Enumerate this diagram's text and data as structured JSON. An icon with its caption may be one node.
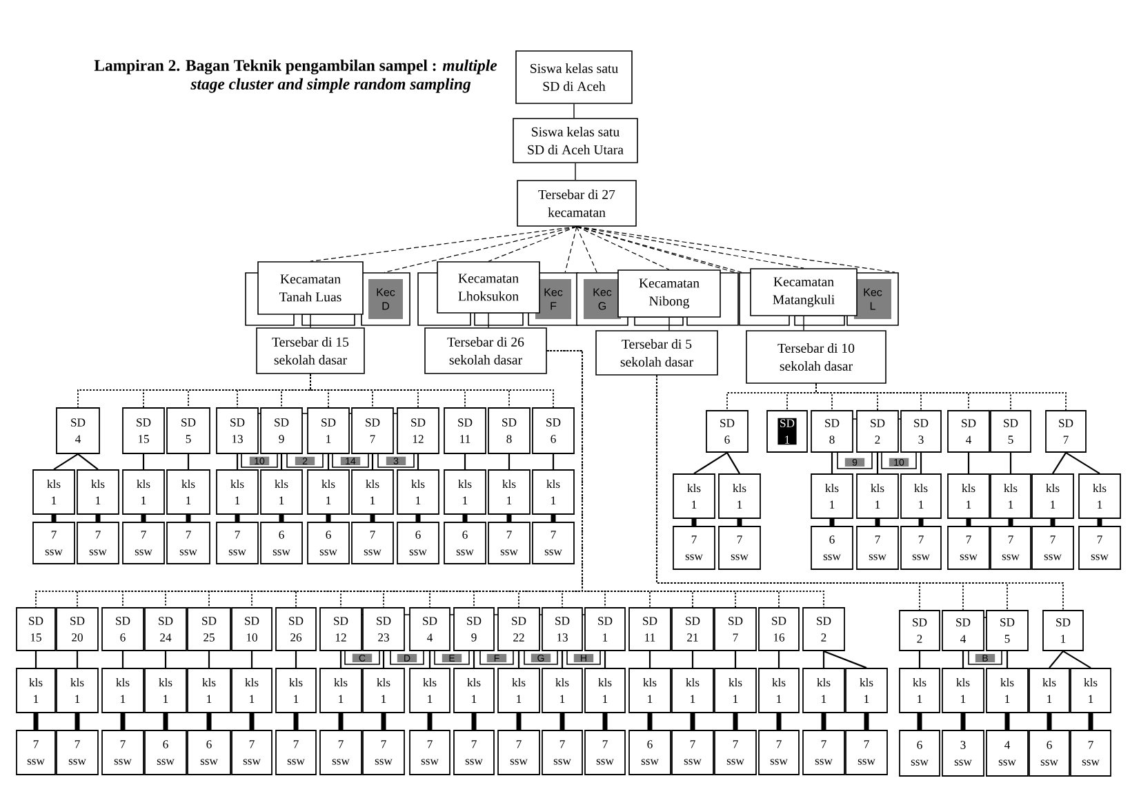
{
  "diagram": {
    "title": "Lampiran 2. Bagan Teknik pengambilan sampel : *multiple stage cluster and simple random sampling*",
    "nodes": [
      {
        "text": [
          "Siswa kelas satu SD di Aceh"
        ]
      },
      {
        "text": [
          "Siswa kelas satu SD di Aceh Utara"
        ]
      },
      {
        "text": [
          "Tersebar di 27 kecamatan"
        ]
      },
      {
        "text": [
          "Kecamatan Tanah Luas"
        ]
      },
      {
        "text": [],
        "shape": "box"
      },
      {
        "text": [],
        "shape": "box"
      },
      {
        "text": [
          "Kec D"
        ]
      },
      {
        "text": [
          "Kecamatan Lhoksukon"
        ]
      },
      {
        "text": [],
        "shape": "box"
      },
      {
        "text": [],
        "shape": "box"
      },
      {
        "text": [
          "Kec F"
        ]
      },
      {
        "text": [
          "Kecamatan Nibong"
        ]
      },
      {
        "text": [
          "Kec G"
        ]
      },
      {
        "text": [],
        "shape": "box"
      },
      {
        "text": [],
        "shape": "box"
      },
      {
        "text": [
          "Kecamatan Matangkuli"
        ]
      },
      {
        "text": [],
        "shape": "box"
      },
      {
        "text": [],
        "shape": "box"
      },
      {
        "text": [
          "Kec L"
        ]
      },
      {
        "text": [
          "Tersebar di 15 sekolah dasar"
        ]
      },
      {
        "text": [
          "Tersebar di 26 sekolah dasar"
        ]
      },
      {
        "text": [
          "Tersebar di 5 sekolah dasar"
        ]
      },
      {
        "text": [
          "Tersebar di 10 sekolah dasar"
        ]
      },
      {
        "text": [
          "SD 4"
        ]
      },
      {
        "text": [
          "kls 1"
        ]
      },
      {
        "text": [
          "kls 1"
        ]
      },
      {
        "text": [
          "7 ssw"
        ]
      },
      {
        "text": [
          "7 ssw"
        ]
      },
      {
        "text": [
          "SD 15"
        ]
      },
      {
        "text": [
          "kls 1"
        ]
      },
      {
        "text": [
          "7 ssw"
        ]
      },
      {
        "text": [
          "SD 5"
        ]
      },
      {
        "text": [
          "kls 1"
        ]
      },
      {
        "text": [
          "7 ssw"
        ]
      },
      {
        "text": [
          "SD 13"
        ]
      },
      {
        "text": [
          "kls 1"
        ]
      },
      {
        "text": [
          "7 ssw"
        ]
      },
      {
        "text": [
          "10"
        ]
      },
      {
        "text": [
          "SD 9"
        ]
      },
      {
        "text": [
          "kls 1"
        ]
      },
      {
        "text": [
          "6 ssw"
        ]
      },
      {
        "text": [
          "2"
        ]
      },
      {
        "text": [
          "SD 1"
        ]
      },
      {
        "text": [
          "kls 1"
        ]
      },
      {
        "text": [
          "6 ssw"
        ]
      },
      {
        "text": [
          "14"
        ]
      },
      {
        "text": [
          "SD 7"
        ]
      },
      {
        "text": [
          "kls 1"
        ]
      },
      {
        "text": [
          "7 ssw"
        ]
      },
      {
        "text": [
          "3"
        ]
      },
      {
        "text": [
          "SD 12"
        ]
      },
      {
        "text": [
          "kls 1"
        ]
      },
      {
        "text": [
          "6 ssw"
        ]
      },
      {
        "text": [
          "SD 11"
        ]
      },
      {
        "text": [
          "kls 1"
        ]
      },
      {
        "text": [
          "6 ssw"
        ]
      },
      {
        "text": [
          "SD 8"
        ]
      },
      {
        "text": [
          "kls 1"
        ]
      },
      {
        "text": [
          "7 ssw"
        ]
      },
      {
        "text": [
          "SD 6"
        ]
      },
      {
        "text": [
          "kls 1"
        ]
      },
      {
        "text": [
          "7 ssw"
        ]
      },
      {
        "text": [
          "SD 6"
        ]
      },
      {
        "text": [
          "kls 1"
        ]
      },
      {
        "text": [
          "kls 1"
        ]
      },
      {
        "text": [
          "7 ssw"
        ]
      },
      {
        "text": [
          "7 ssw"
        ]
      },
      {
        "text": [
          "SD 1"
        ]
      },
      {
        "text": [
          "SD 8"
        ]
      },
      {
        "text": [
          "kls 1"
        ]
      },
      {
        "text": [
          "6 ssw"
        ]
      },
      {
        "text": [
          "9"
        ]
      },
      {
        "text": [
          "SD 2"
        ]
      },
      {
        "text": [
          "kls 1"
        ]
      },
      {
        "text": [
          "7 ssw"
        ]
      },
      {
        "text": [
          "10"
        ]
      },
      {
        "text": [
          "SD 3"
        ]
      },
      {
        "text": [
          "kls 1"
        ]
      },
      {
        "text": [
          "7 ssw"
        ]
      },
      {
        "text": [
          "SD 4"
        ]
      },
      {
        "text": [
          "kls 1"
        ]
      },
      {
        "text": [
          "7 ssw"
        ]
      },
      {
        "text": [
          "SD 5"
        ]
      },
      {
        "text": [
          "kls 1"
        ]
      },
      {
        "text": [
          "7 ssw"
        ]
      },
      {
        "text": [
          "SD 7"
        ]
      },
      {
        "text": [
          "kls 1"
        ]
      },
      {
        "text": [
          "kls 1"
        ]
      },
      {
        "text": [
          "7 ssw"
        ]
      },
      {
        "text": [
          "7 ssw"
        ]
      },
      {
        "text": [
          "SD 15"
        ]
      },
      {
        "text": [
          "kls 1"
        ]
      },
      {
        "text": [
          "7 ssw"
        ]
      },
      {
        "text": [
          "SD 20"
        ]
      },
      {
        "text": [
          "kls 1"
        ]
      },
      {
        "text": [
          "7 ssw"
        ]
      },
      {
        "text": [
          "SD 6"
        ]
      },
      {
        "text": [
          "kls 1"
        ]
      },
      {
        "text": [
          "7 ssw"
        ]
      },
      {
        "text": [
          "SD 24"
        ]
      },
      {
        "text": [
          "kls 1"
        ]
      },
      {
        "text": [
          "6 ssw"
        ]
      },
      {
        "text": [
          "SD 25"
        ]
      },
      {
        "text": [
          "kls 1"
        ]
      },
      {
        "text": [
          "6 ssw"
        ]
      },
      {
        "text": [
          "SD 10"
        ]
      },
      {
        "text": [
          "kls 1"
        ]
      },
      {
        "text": [
          "7 ssw"
        ]
      },
      {
        "text": [
          "SD 26"
        ]
      },
      {
        "text": [
          "kls 1"
        ]
      },
      {
        "text": [
          "7 ssw"
        ]
      },
      {
        "text": [
          "SD 12"
        ]
      },
      {
        "text": [
          "kls 1"
        ]
      },
      {
        "text": [
          "7 ssw"
        ]
      },
      {
        "text": [
          "C"
        ]
      },
      {
        "text": [
          "SD 23"
        ]
      },
      {
        "text": [
          "kls 1"
        ]
      },
      {
        "text": [
          "7 ssw"
        ]
      },
      {
        "text": [
          "D"
        ]
      },
      {
        "text": [
          "SD 4"
        ]
      },
      {
        "text": [
          "kls 1"
        ]
      },
      {
        "text": [
          "7 ssw"
        ]
      },
      {
        "text": [
          "E"
        ]
      },
      {
        "text": [
          "SD 9"
        ]
      },
      {
        "text": [
          "kls 1"
        ]
      },
      {
        "text": [
          "7 ssw"
        ]
      },
      {
        "text": [
          "F"
        ]
      },
      {
        "text": [
          "SD 22"
        ]
      },
      {
        "text": [
          "kls 1"
        ]
      },
      {
        "text": [
          "7 ssw"
        ]
      },
      {
        "text": [
          "G"
        ]
      },
      {
        "text": [
          "SD 13"
        ]
      },
      {
        "text": [
          "kls 1"
        ]
      },
      {
        "text": [
          "7 ssw"
        ]
      },
      {
        "text": [
          "H"
        ]
      },
      {
        "text": [
          "SD 1"
        ]
      },
      {
        "text": [
          "kls 1"
        ]
      },
      {
        "text": [
          "7 ssw"
        ]
      },
      {
        "text": [
          "SD 11"
        ]
      },
      {
        "text": [
          "kls 1"
        ]
      },
      {
        "text": [
          "6 ssw"
        ]
      },
      {
        "text": [
          "SD 21"
        ]
      },
      {
        "text": [
          "kls 1"
        ]
      },
      {
        "text": [
          "7 ssw"
        ]
      },
      {
        "text": [
          "SD 7"
        ]
      },
      {
        "text": [
          "kls 1"
        ]
      },
      {
        "text": [
          "7 ssw"
        ]
      },
      {
        "text": [
          "SD 16"
        ]
      },
      {
        "text": [
          "kls 1"
        ]
      },
      {
        "text": [
          "7 ssw"
        ]
      },
      {
        "text": [
          "SD 2"
        ]
      },
      {
        "text": [
          "kls 1"
        ]
      },
      {
        "text": [
          "kls 1"
        ]
      },
      {
        "text": [
          "7 ssw"
        ]
      },
      {
        "text": [
          "7 ssw"
        ]
      },
      {
        "text": [
          "SD 2"
        ]
      },
      {
        "text": [
          "kls 1"
        ]
      },
      {
        "text": [
          "6 ssw"
        ]
      },
      {
        "text": [
          "SD 4"
        ]
      },
      {
        "text": [
          "kls 1"
        ]
      },
      {
        "text": [
          "3 ssw"
        ]
      },
      {
        "text": [
          "B"
        ]
      },
      {
        "text": [
          "SD 5"
        ]
      },
      {
        "text": [
          "kls 1"
        ]
      },
      {
        "text": [
          "4 ssw"
        ]
      },
      {
        "text": [
          "SD 1"
        ]
      },
      {
        "text": [
          "kls 1"
        ]
      },
      {
        "text": [
          "kls 1"
        ]
      },
      {
        "text": [
          "6 ssw"
        ]
      },
      {
        "text": [
          "7 ssw"
        ]
      }
    ],
    "edges": [
      {
        "from": 0,
        "to": 1,
        "arrow": "none"
      },
      {
        "from": 1,
        "to": 2,
        "arrow": "none"
      },
      {
        "from": 2,
        "to": 3,
        "arrow": "none",
        "style": "dashed"
      },
      {
        "from": 2,
        "to": 6,
        "arrow": "none",
        "style": "dashed"
      },
      {
        "from": 2,
        "to": 7,
        "arrow": "none",
        "style": "dashed"
      },
      {
        "from": 2,
        "to": 10,
        "arrow": "none",
        "style": "dashed"
      },
      {
        "from": 2,
        "to": 11,
        "arrow": "none",
        "style": "dashed"
      },
      {
        "from": 2,
        "to": 12,
        "arrow": "none",
        "style": "dashed"
      },
      {
        "from": 2,
        "to": 14,
        "arrow": "none",
        "style": "dashed"
      },
      {
        "from": 2,
        "to": 15,
        "arrow": "none",
        "style": "dashed"
      },
      {
        "from": 2,
        "to": 16,
        "arrow": "none",
        "style": "dashed"
      },
      {
        "from": 2,
        "to": 18,
        "arrow": "none",
        "style": "dashed"
      },
      {
        "from": 3,
        "to": 19,
        "arrow": "none"
      },
      {
        "from": 7,
        "to": 20,
        "arrow": "none"
      },
      {
        "from": 11,
        "to": 21,
        "arrow": "none"
      },
      {
        "from": 15,
        "to": 22,
        "arrow": "none"
      },
      {
        "from": 19,
        "to": 23,
        "arrow": "none",
        "style": "dashed"
      },
      {
        "from": 19,
        "to": 28,
        "arrow": "none",
        "style": "dashed"
      },
      {
        "from": 19,
        "to": 31,
        "arrow": "none",
        "style": "dashed"
      },
      {
        "from": 19,
        "to": 34,
        "arrow": "none",
        "style": "dashed"
      },
      {
        "from": 19,
        "to": 38,
        "arrow": "none",
        "style": "dashed"
      },
      {
        "from": 19,
        "to": 42,
        "arrow": "none",
        "style": "dashed"
      },
      {
        "from": 19,
        "to": 46,
        "arrow": "none",
        "style": "dashed"
      },
      {
        "from": 19,
        "to": 50,
        "arrow": "none",
        "style": "dashed"
      },
      {
        "from": 19,
        "to": 53,
        "arrow": "none",
        "style": "dashed"
      },
      {
        "from": 19,
        "to": 56,
        "arrow": "none",
        "style": "dashed"
      },
      {
        "from": 19,
        "to": 59,
        "arrow": "none",
        "style": "dashed"
      },
      {
        "from": 23,
        "to": 24,
        "arrow": "none"
      },
      {
        "from": 23,
        "to": 25,
        "arrow": "none"
      },
      {
        "from": 24,
        "to": 26,
        "arrow": "none",
        "style": "thick"
      },
      {
        "from": 25,
        "to": 27,
        "arrow": "none",
        "style": "thick"
      },
      {
        "from": 28,
        "to": 29,
        "arrow": "none"
      },
      {
        "from": 29,
        "to": 30,
        "arrow": "none",
        "style": "thick"
      },
      {
        "from": 31,
        "to": 32,
        "arrow": "none"
      },
      {
        "from": 32,
        "to": 33,
        "arrow": "none",
        "style": "thick"
      },
      {
        "from": 34,
        "to": 35,
        "arrow": "none"
      },
      {
        "from": 35,
        "to": 36,
        "arrow": "none",
        "style": "thick"
      },
      {
        "from": 38,
        "to": 39,
        "arrow": "none"
      },
      {
        "from": 39,
        "to": 40,
        "arrow": "none",
        "style": "thick"
      },
      {
        "from": 42,
        "to": 43,
        "arrow": "none"
      },
      {
        "from": 43,
        "to": 44,
        "arrow": "none",
        "style": "thick"
      },
      {
        "from": 46,
        "to": 47,
        "arrow": "none"
      },
      {
        "from": 47,
        "to": 48,
        "arrow": "none",
        "style": "thick"
      },
      {
        "from": 50,
        "to": 51,
        "arrow": "none"
      },
      {
        "from": 51,
        "to": 52,
        "arrow": "none",
        "style": "thick"
      },
      {
        "from": 53,
        "to": 54,
        "arrow": "none"
      },
      {
        "from": 54,
        "to": 55,
        "arrow": "none",
        "style": "thick"
      },
      {
        "from": 56,
        "to": 57,
        "arrow": "none"
      },
      {
        "from": 57,
        "to": 58,
        "arrow": "none",
        "style": "thick"
      },
      {
        "from": 59,
        "to": 60,
        "arrow": "none"
      },
      {
        "from": 60,
        "to": 61,
        "arrow": "none",
        "style": "thick"
      },
      {
        "from": 22,
        "to": 62,
        "arrow": "none",
        "style": "dashed"
      },
      {
        "from": 22,
        "to": 67,
        "arrow": "none",
        "style": "dashed"
      },
      {
        "from": 22,
        "to": 68,
        "arrow": "none",
        "style": "dashed"
      },
      {
        "from": 22,
        "to": 72,
        "arrow": "none",
        "style": "dashed"
      },
      {
        "from": 22,
        "to": 76,
        "arrow": "none",
        "style": "dashed"
      },
      {
        "from": 22,
        "to": 79,
        "arrow": "none",
        "style": "dashed"
      },
      {
        "from": 22,
        "to": 82,
        "arrow": "none",
        "style": "dashed"
      },
      {
        "from": 22,
        "to": 85,
        "arrow": "none",
        "style": "dashed"
      },
      {
        "from": 62,
        "to": 63,
        "arrow": "none"
      },
      {
        "from": 62,
        "to": 64,
        "arrow": "none"
      },
      {
        "from": 63,
        "to": 65,
        "arrow": "none",
        "style": "thick"
      },
      {
        "from": 64,
        "to": 66,
        "arrow": "none",
        "style": "thick"
      },
      {
        "from": 68,
        "to": 69,
        "arrow": "none"
      },
      {
        "from": 69,
        "to": 70,
        "arrow": "none",
        "style": "thick"
      },
      {
        "from": 72,
        "to": 73,
        "arrow": "none"
      },
      {
        "from": 73,
        "to": 74,
        "arrow": "none",
        "style": "thick"
      },
      {
        "from": 76,
        "to": 77,
        "arrow": "none"
      },
      {
        "from": 77,
        "to": 78,
        "arrow": "none",
        "style": "thick"
      },
      {
        "from": 79,
        "to": 80,
        "arrow": "none"
      },
      {
        "from": 80,
        "to": 81,
        "arrow": "none",
        "style": "thick"
      },
      {
        "from": 82,
        "to": 83,
        "arrow": "none"
      },
      {
        "from": 83,
        "to": 84,
        "arrow": "none",
        "style": "thick"
      },
      {
        "from": 85,
        "to": 86,
        "arrow": "none"
      },
      {
        "from": 85,
        "to": 87,
        "arrow": "none"
      },
      {
        "from": 86,
        "to": 88,
        "arrow": "none",
        "style": "thick"
      },
      {
        "from": 87,
        "to": 89,
        "arrow": "none",
        "style": "thick"
      },
      {
        "from": 20,
        "to": 90,
        "arrow": "none",
        "style": "dashed"
      },
      {
        "from": 20,
        "to": 93,
        "arrow": "none",
        "style": "dashed"
      },
      {
        "from": 20,
        "to": 96,
        "arrow": "none",
        "style": "dashed"
      },
      {
        "from": 20,
        "to": 99,
        "arrow": "none",
        "style": "dashed"
      },
      {
        "from": 20,
        "to": 102,
        "arrow": "none",
        "style": "dashed"
      },
      {
        "from": 20,
        "to": 105,
        "arrow": "none",
        "style": "dashed"
      },
      {
        "from": 20,
        "to": 108,
        "arrow": "none",
        "style": "dashed"
      },
      {
        "from": 20,
        "to": 111,
        "arrow": "none",
        "style": "dashed"
      },
      {
        "from": 20,
        "to": 115,
        "arrow": "none",
        "style": "dashed"
      },
      {
        "from": 20,
        "to": 119,
        "arrow": "none",
        "style": "dashed"
      },
      {
        "from": 20,
        "to": 123,
        "arrow": "none",
        "style": "dashed"
      },
      {
        "from": 20,
        "to": 127,
        "arrow": "none",
        "style": "dashed"
      },
      {
        "from": 20,
        "to": 131,
        "arrow": "none",
        "style": "dashed"
      },
      {
        "from": 20,
        "to": 135,
        "arrow": "none",
        "style": "dashed"
      },
      {
        "from": 20,
        "to": 138,
        "arrow": "none",
        "style": "dashed"
      },
      {
        "from": 20,
        "to": 141,
        "arrow": "none",
        "style": "dashed"
      },
      {
        "from": 20,
        "to": 144,
        "arrow": "none",
        "style": "dashed"
      },
      {
        "from": 20,
        "to": 147,
        "arrow": "none",
        "style": "dashed"
      },
      {
        "from": 20,
        "to": 150,
        "arrow": "none",
        "style": "dashed"
      },
      {
        "from": 90,
        "to": 91,
        "arrow": "none"
      },
      {
        "from": 91,
        "to": 92,
        "arrow": "none",
        "style": "thick"
      },
      {
        "from": 93,
        "to": 94,
        "arrow": "none"
      },
      {
        "from": 94,
        "to": 95,
        "arrow": "none",
        "style": "thick"
      },
      {
        "from": 96,
        "to": 97,
        "arrow": "none"
      },
      {
        "from": 97,
        "to": 98,
        "arrow": "none",
        "style": "thick"
      },
      {
        "from": 99,
        "to": 100,
        "arrow": "none"
      },
      {
        "from": 100,
        "to": 101,
        "arrow": "none",
        "style": "thick"
      },
      {
        "from": 102,
        "to": 103,
        "arrow": "none"
      },
      {
        "from": 103,
        "to": 104,
        "arrow": "none",
        "style": "thick"
      },
      {
        "from": 105,
        "to": 106,
        "arrow": "none"
      },
      {
        "from": 106,
        "to": 107,
        "arrow": "none",
        "style": "thick"
      },
      {
        "from": 108,
        "to": 109,
        "arrow": "none"
      },
      {
        "from": 109,
        "to": 110,
        "arrow": "none",
        "style": "thick"
      },
      {
        "from": 111,
        "to": 112,
        "arrow": "none"
      },
      {
        "from": 112,
        "to": 113,
        "arrow": "none",
        "style": "thick"
      },
      {
        "from": 115,
        "to": 116,
        "arrow": "none"
      },
      {
        "from": 116,
        "to": 117,
        "arrow": "none",
        "style": "thick"
      },
      {
        "from": 119,
        "to": 120,
        "arrow": "none"
      },
      {
        "from": 120,
        "to": 121,
        "arrow": "none",
        "style": "thick"
      },
      {
        "from": 123,
        "to": 124,
        "arrow": "none"
      },
      {
        "from": 124,
        "to": 125,
        "arrow": "none",
        "style": "thick"
      },
      {
        "from": 127,
        "to": 128,
        "arrow": "none"
      },
      {
        "from": 128,
        "to": 129,
        "arrow": "none",
        "style": "thick"
      },
      {
        "from": 131,
        "to": 132,
        "arrow": "none"
      },
      {
        "from": 132,
        "to": 133,
        "arrow": "none",
        "style": "thick"
      },
      {
        "from": 135,
        "to": 136,
        "arrow": "none"
      },
      {
        "from": 136,
        "to": 137,
        "arrow": "none",
        "style": "thick"
      },
      {
        "from": 138,
        "to": 139,
        "arrow": "none"
      },
      {
        "from": 139,
        "to": 140,
        "arrow": "none",
        "style": "thick"
      },
      {
        "from": 141,
        "to": 142,
        "arrow": "none"
      },
      {
        "from": 142,
        "to": 143,
        "arrow": "none",
        "style": "thick"
      },
      {
        "from": 144,
        "to": 145,
        "arrow": "none"
      },
      {
        "from": 145,
        "to": 146,
        "arrow": "none",
        "style": "thick"
      },
      {
        "from": 147,
        "to": 148,
        "arrow": "none"
      },
      {
        "from": 148,
        "to": 149,
        "arrow": "none",
        "style": "thick"
      },
      {
        "from": 150,
        "to": 151,
        "arrow": "none"
      },
      {
        "from": 150,
        "to": 152,
        "arrow": "none"
      },
      {
        "from": 151,
        "to": 153,
        "arrow": "none",
        "style": "thick"
      },
      {
        "from": 152,
        "to": 154,
        "arrow": "none",
        "style": "thick"
      },
      {
        "from": 21,
        "to": 155,
        "arrow": "none",
        "style": "dashed"
      },
      {
        "from": 21,
        "to": 158,
        "arrow": "none",
        "style": "dashed"
      },
      {
        "from": 21,
        "to": 162,
        "arrow": "none",
        "style": "dashed"
      },
      {
        "from": 21,
        "to": 165,
        "arrow": "none",
        "style": "dashed"
      },
      {
        "from": 155,
        "to": 156,
        "arrow": "none"
      },
      {
        "from": 156,
        "to": 157,
        "arrow": "none",
        "style": "thick"
      },
      {
        "from": 158,
        "to": 159,
        "arrow": "none"
      },
      {
        "from": 159,
        "to": 160,
        "arrow": "none",
        "style": "thick"
      },
      {
        "from": 162,
        "to": 163,
        "arrow": "none"
      },
      {
        "from": 163,
        "to": 164,
        "arrow": "none",
        "style": "thick"
      },
      {
        "from": 165,
        "to": 166,
        "arrow": "none"
      },
      {
        "from": 165,
        "to": 167,
        "arrow": "none"
      },
      {
        "from": 166,
        "to": 168,
        "arrow": "none",
        "style": "thick"
      },
      {
        "from": 167,
        "to": 169,
        "arrow": "none",
        "style": "thick"
      }
    ]
  }
}
